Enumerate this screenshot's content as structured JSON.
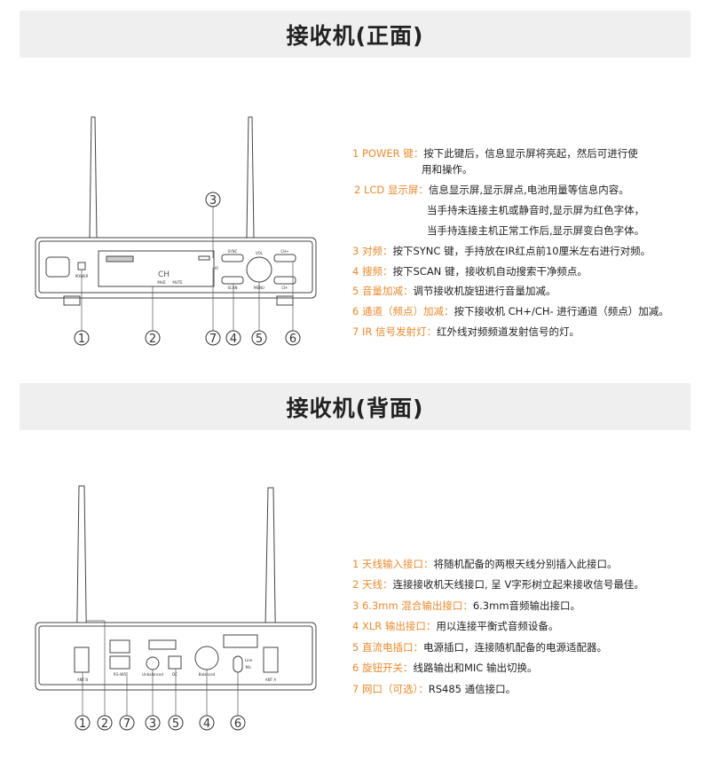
{
  "front": {
    "title": "接收机(正面)",
    "device_labels": {
      "power": "POWER",
      "sync": "SYNC",
      "vol": "VOL",
      "ch_plus": "CH+",
      "ch_minus": "CH-",
      "scan": "SCAN",
      "menu": "MENU",
      "ir": "IR",
      "ch": "CH",
      "mhz": "MHZ",
      "mute": "MUTE"
    },
    "callouts": [
      "1",
      "2",
      "3",
      "4",
      "5",
      "6",
      "7"
    ],
    "items": [
      {
        "label": "1 POWER 键：",
        "text": "按下此键后，信息显示屏将亮起，然后可进行使",
        "text2": "用和操作。"
      },
      {
        "label": "2  LCD 显示屏：",
        "text": "信息显示屏,显示屏点,电池用量等信息内容。",
        "text2": "当手持未连接主机或静音时,显示屏为红色字体，",
        "text3": "当手持连接主机正常工作后,显示屏变白色字体。"
      },
      {
        "label": "3 对频：",
        "text": "按下SYNC 键，手持放在IR红点前10厘米左右进行对频。"
      },
      {
        "label": "4 搜频：",
        "text": "按下SCAN 键，接收机自动搜索干净频点。"
      },
      {
        "label": "5 音量加减：",
        "text": "调节接收机旋钮进行音量加减。"
      },
      {
        "label": "6 通道（频点）加减：",
        "text": "按下接收机 CH+/CH- 进行通道（频点）加减。"
      },
      {
        "label": "7 IR 信号发射灯：",
        "text": "红外线对频频道发射信号的灯。"
      }
    ]
  },
  "back": {
    "title": "接收机(背面)",
    "device_labels": {
      "ant_b": "ANT B",
      "rs485": "RS-485",
      "unbalanced": "Unbalanced",
      "dc": "DC",
      "balanced": "Balanced",
      "line": "Line",
      "mic": "Mic",
      "ant_a": "ANT A"
    },
    "callouts": [
      "1",
      "2",
      "7",
      "3",
      "5",
      "4",
      "6"
    ],
    "items": [
      {
        "label": "1  天线输入接口：",
        "text": "将随机配备的两根天线分别插入此接口。"
      },
      {
        "label": "2  天线：",
        "text": "连接接收机天线接口, 呈 V字形树立起来接收信号最佳。"
      },
      {
        "label": "3  6.3mm 混合输出接口：",
        "text": "6.3mm音频输出接口。"
      },
      {
        "label": "4  XLR 输出接口：",
        "text": "用以连接平衡式音频设备。"
      },
      {
        "label": "5  直流电插口：",
        "text": "电源插口，连接随机配备的电源适配器。"
      },
      {
        "label": "6  旋钮开关：",
        "text": "线路输出和MIC 输出切换。"
      },
      {
        "label": "7  网口（可选）：",
        "text": "RS485 通信接口。"
      }
    ]
  },
  "colors": {
    "accent": "#e88a2e",
    "title_bg": "#efefef",
    "text": "#222222"
  }
}
